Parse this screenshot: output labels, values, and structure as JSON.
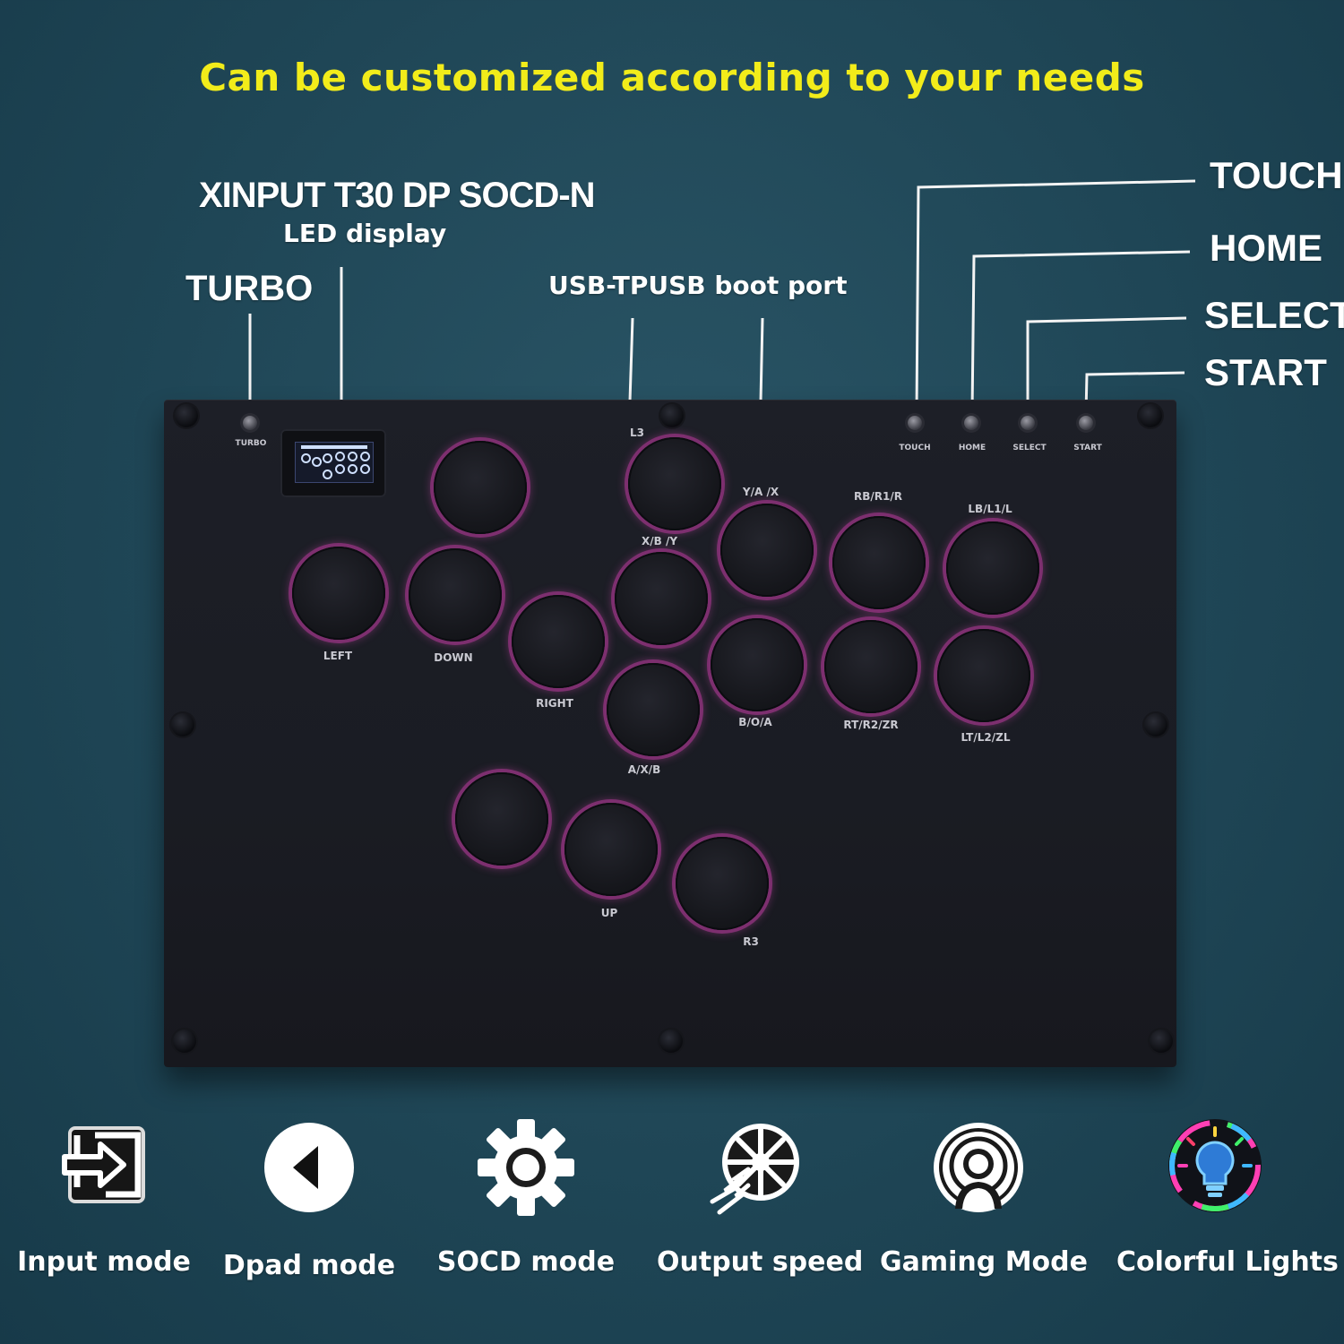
{
  "headline": "Can be customized according to your needs",
  "callouts": {
    "xinput": "XINPUT T30 DP SOCD-N",
    "led": "LED display",
    "turbo": "TURBO",
    "usb": "USB-TPUSB boot port",
    "touch": "TOUCH",
    "home": "HOME",
    "select": "SELECT",
    "start": "START"
  },
  "board": {
    "small_labels": {
      "turbo": "TURBO",
      "touch": "TOUCH",
      "home": "HOME",
      "select": "SELECT",
      "start": "START"
    },
    "button_labels": {
      "l3": "L3",
      "left": "LEFT",
      "down": "DOWN",
      "right": "RIGHT",
      "up": "UP",
      "r3": "R3",
      "yax": "Y/A /X",
      "xby": "X/B /Y",
      "axb": "A/X/B",
      "boa": "B/O/A",
      "rb": "RB/R1/R",
      "rt": "RT/R2/ZR",
      "lb": "LB/L1/L",
      "lt": "LT/L2/ZL"
    }
  },
  "features": [
    {
      "name": "Input mode",
      "icon": "input-arrow-icon"
    },
    {
      "name": "Dpad mode",
      "icon": "dpad-arrow-icon"
    },
    {
      "name": "SOCD mode",
      "icon": "gear-icon"
    },
    {
      "name": "Output speed",
      "icon": "speed-wheel-icon"
    },
    {
      "name": "Gaming Mode",
      "icon": "gamer-icon"
    },
    {
      "name": "Colorful Lights",
      "icon": "lightbulb-icon"
    }
  ],
  "colors": {
    "headline": "#f2ec1a",
    "button_ring": "#c948aa",
    "background": "#1f4656",
    "board": "#1b1d24"
  }
}
